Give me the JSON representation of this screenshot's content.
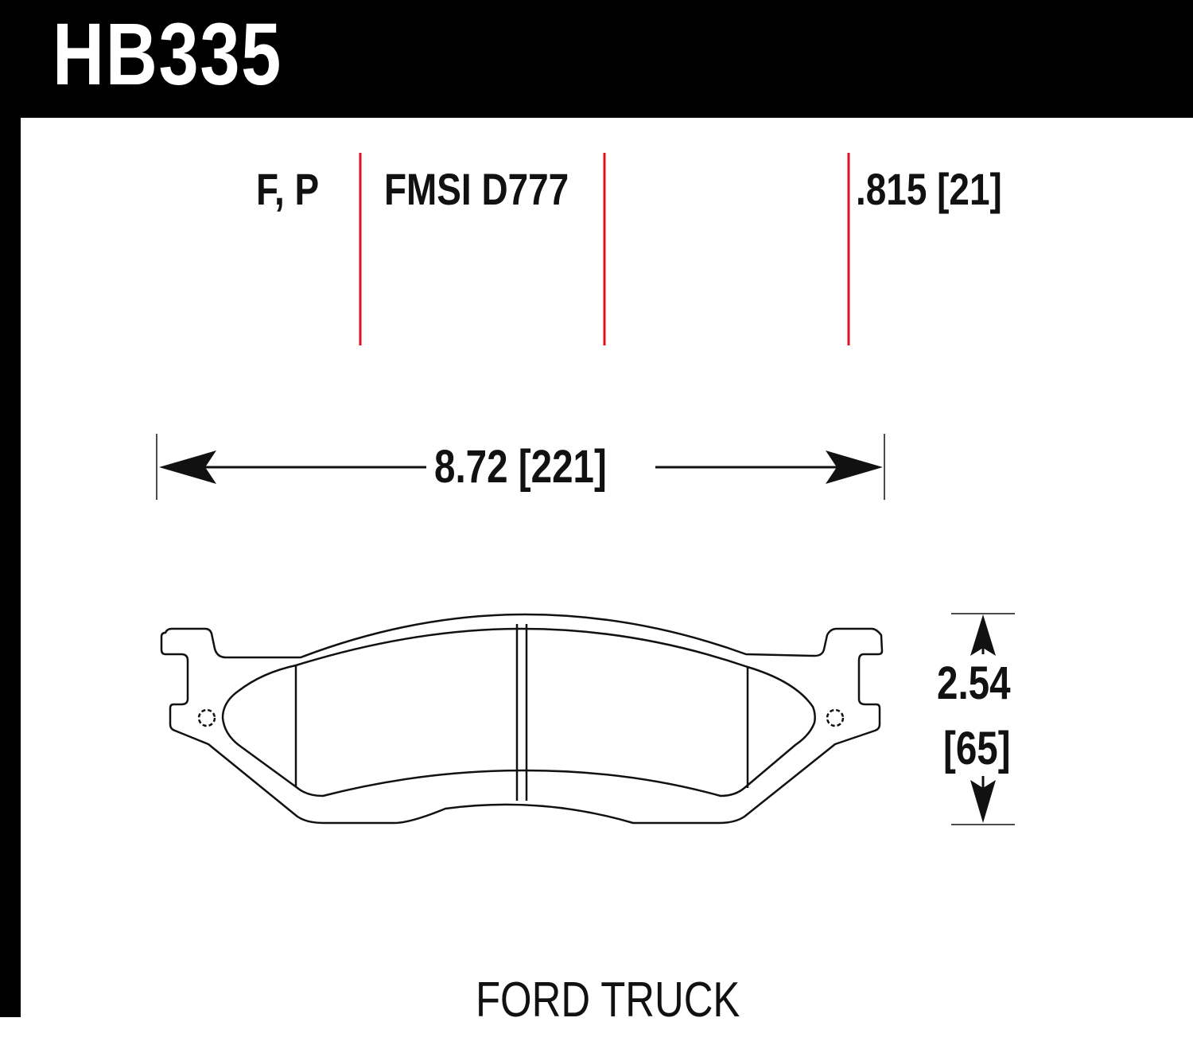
{
  "header": {
    "part_number": "HB335"
  },
  "specs": {
    "compound": "F, P",
    "fmsi": "FMSI D777",
    "thickness": ".815 [21]"
  },
  "dimensions": {
    "width": "8.72 [221]",
    "height_in": "2.54",
    "height_mm": "[65]"
  },
  "application": "FORD TRUCK",
  "colors": {
    "header_background": "#000000",
    "header_text": "#ffffff",
    "divider_lines": "#e0101e",
    "ink": "#111111"
  }
}
